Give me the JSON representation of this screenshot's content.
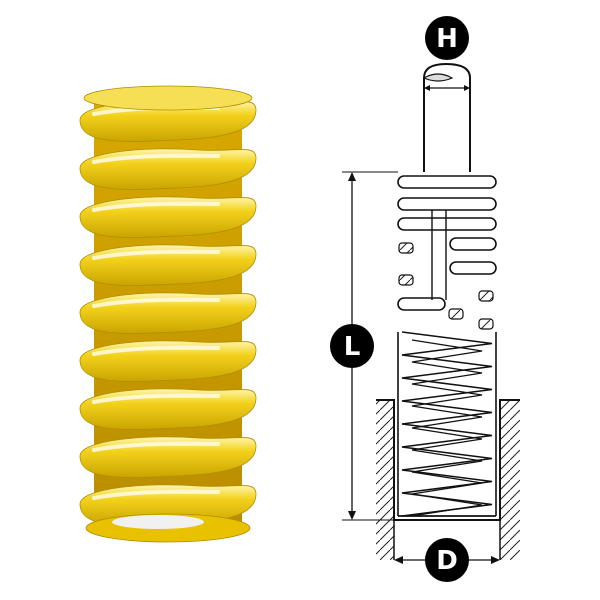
{
  "dimensions": {
    "rod_diameter_label": "H",
    "free_length_label": "L",
    "bore_diameter_label": "D"
  },
  "colors": {
    "spring_yellow": "#f3d21c",
    "spring_shadow": "#c9a400",
    "spring_highlight": "#fff6b0",
    "line": "#111111",
    "badge": "#000000"
  }
}
